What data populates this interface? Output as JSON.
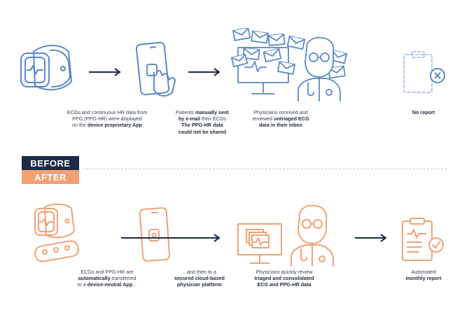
{
  "colors": {
    "before_blue": "#5b88c8",
    "after_orange": "#f0a273",
    "navy": "#1d2a48",
    "arrow": "#1d2a48",
    "muted": "#b9c9e6"
  },
  "labels": {
    "before": "BEFORE",
    "after": "AFTER"
  },
  "before": {
    "step1": {
      "t1": "ECGs and continuous HR data from",
      "t2": "PPG (PPG-HR) were displayed",
      "t3": "on the ",
      "b3": "device proprietary App",
      "icon": "smartwatch-icon"
    },
    "step2": {
      "t1": "Patients ",
      "b1": "manually sent",
      "b2": "by e-mail",
      "t2": " their ECGs",
      "b3": "The PPG-HR data",
      "b4": "could not be shared",
      "icon": "phone-touch-icon"
    },
    "step3": {
      "t1": "Physicians received and",
      "t2": "reviewed ",
      "b2": "untriaged ECG",
      "b3": "data in their inbox",
      "icon": "email-flood-physician-icon"
    },
    "step4": {
      "b1": "No report",
      "icon": "missing-report-icon"
    }
  },
  "after": {
    "step1": {
      "t1": "ECGs and PPG-HR are",
      "b2": "automatically",
      "t2": " transferred",
      "t3": "to a ",
      "b3": "device-neutral App",
      "t3b": "...",
      "icon": "watch-and-patch-icon"
    },
    "step2": {
      "t1": "...and then to a",
      "b2": "secured cloud-based",
      "b3": "physician platform",
      "icon": "phone-cloud-icon"
    },
    "step3": {
      "t1": "Physicians quickly review",
      "b2": "triaged and consolidated",
      "b3": "ECG and PPG-HR data",
      "icon": "monitor-physician-icon"
    },
    "step4": {
      "t1": "Automated",
      "b2": "monthly report",
      "icon": "clipboard-report-icon"
    }
  }
}
